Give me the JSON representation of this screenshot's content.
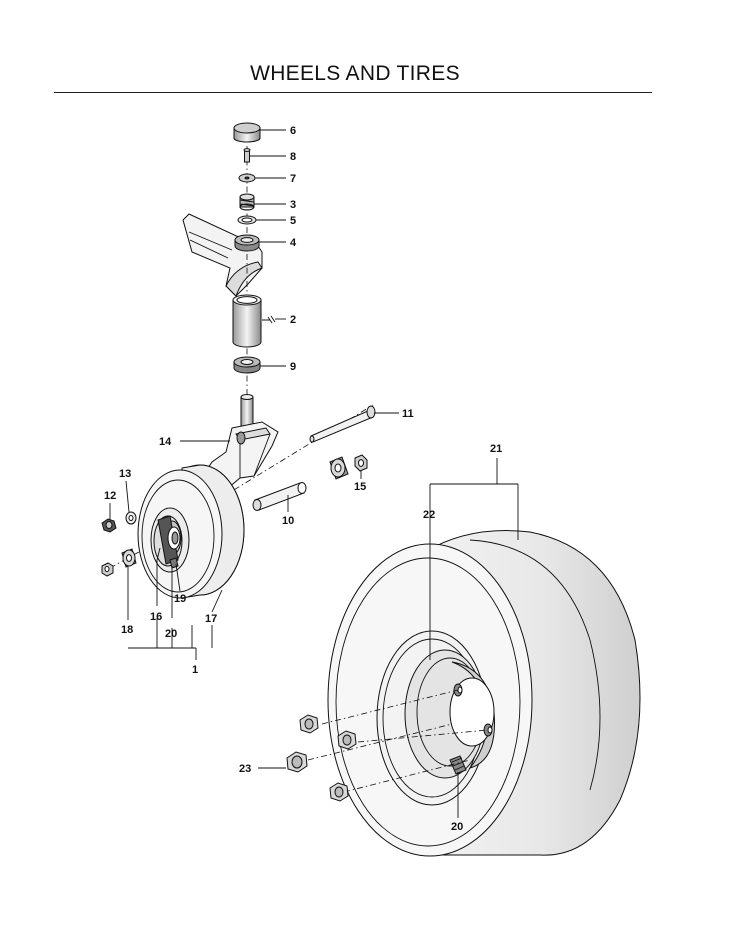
{
  "page": {
    "title": "WHEELS AND TIRES"
  },
  "callouts": {
    "c1": "1",
    "c2": "2",
    "c3": "3",
    "c4": "4",
    "c5": "5",
    "c6": "6",
    "c7": "7",
    "c8": "8",
    "c9": "9",
    "c10": "10",
    "c11": "11",
    "c12": "12",
    "c13": "13",
    "c14": "14",
    "c15": "15",
    "c16": "16",
    "c17": "17",
    "c18": "18",
    "c19": "19",
    "c20a": "20",
    "c20b": "20",
    "c21": "21",
    "c22": "22",
    "c23": "23"
  },
  "colors": {
    "line": "#111111",
    "fill_light": "#e6e6e6",
    "fill_mid": "#bdbdbd",
    "fill_dark": "#6e6e6e"
  }
}
